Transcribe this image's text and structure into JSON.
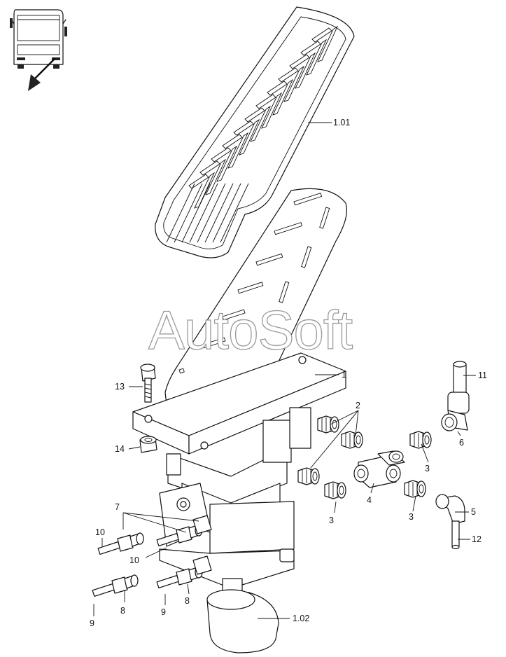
{
  "watermark": "AutoSoft",
  "callouts": {
    "pedal_pad": "1.01",
    "pedal_assembly": "1",
    "brake_valve": "1.02",
    "connector_2": "2",
    "connector_3a": "3",
    "connector_3b": "3",
    "connector_3c": "3",
    "tee_fitting": "4",
    "elbow_5": "5",
    "elbow_6": "6",
    "fitting_7": "7",
    "fitting_8a": "8",
    "fitting_8b": "8",
    "pipe_9a": "9",
    "pipe_9b": "9",
    "pipe_10a": "10",
    "pipe_10b": "10",
    "pipe_11": "11",
    "pipe_12": "12",
    "bolt_13": "13",
    "nut_14": "14"
  },
  "icons": {
    "vehicle_locator": "bus-front-icon",
    "arrow": "pointer-arrow-icon"
  }
}
